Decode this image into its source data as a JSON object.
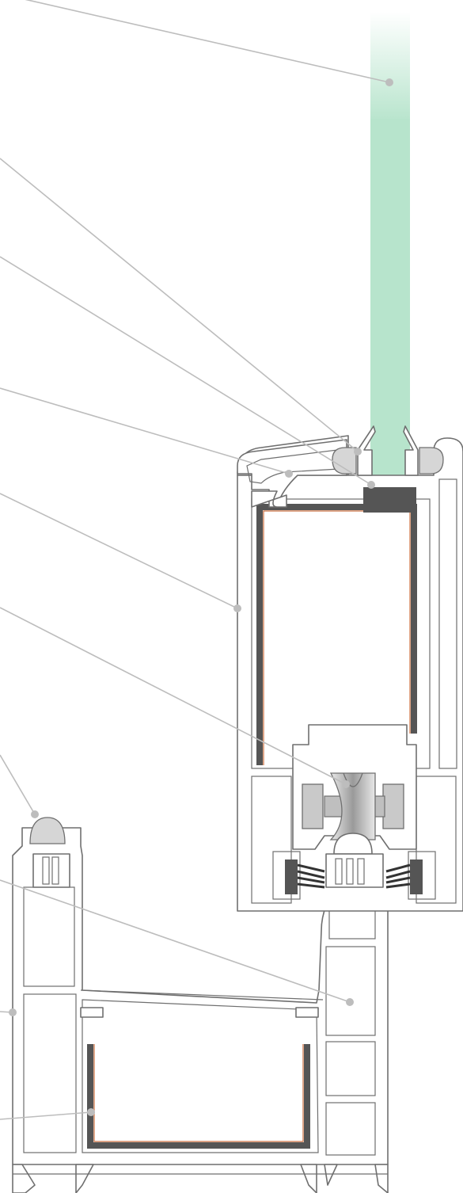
{
  "figure": {
    "kind": "cross-section of sliding window frame profile",
    "labels_printed": false
  },
  "colors": {
    "glass_fill": "#b7e4cc",
    "profile_stroke": "#6f6f6f",
    "reinforcement": "#555555",
    "reinforcement_edge": "#c86a3a",
    "leader_line": "#bdbdbd",
    "setting_block": "#555555",
    "gasket": "#d6d6d6"
  },
  "callouts": [
    {
      "id": "glass-pane"
    },
    {
      "id": "glazing-gasket"
    },
    {
      "id": "glazing-block"
    },
    {
      "id": "glazing-bead"
    },
    {
      "id": "sash-profile"
    },
    {
      "id": "roller"
    },
    {
      "id": "outer-frame-gasket"
    },
    {
      "id": "outer-frame-profile"
    },
    {
      "id": "frame-track"
    },
    {
      "id": "steel-reinforcement"
    }
  ]
}
